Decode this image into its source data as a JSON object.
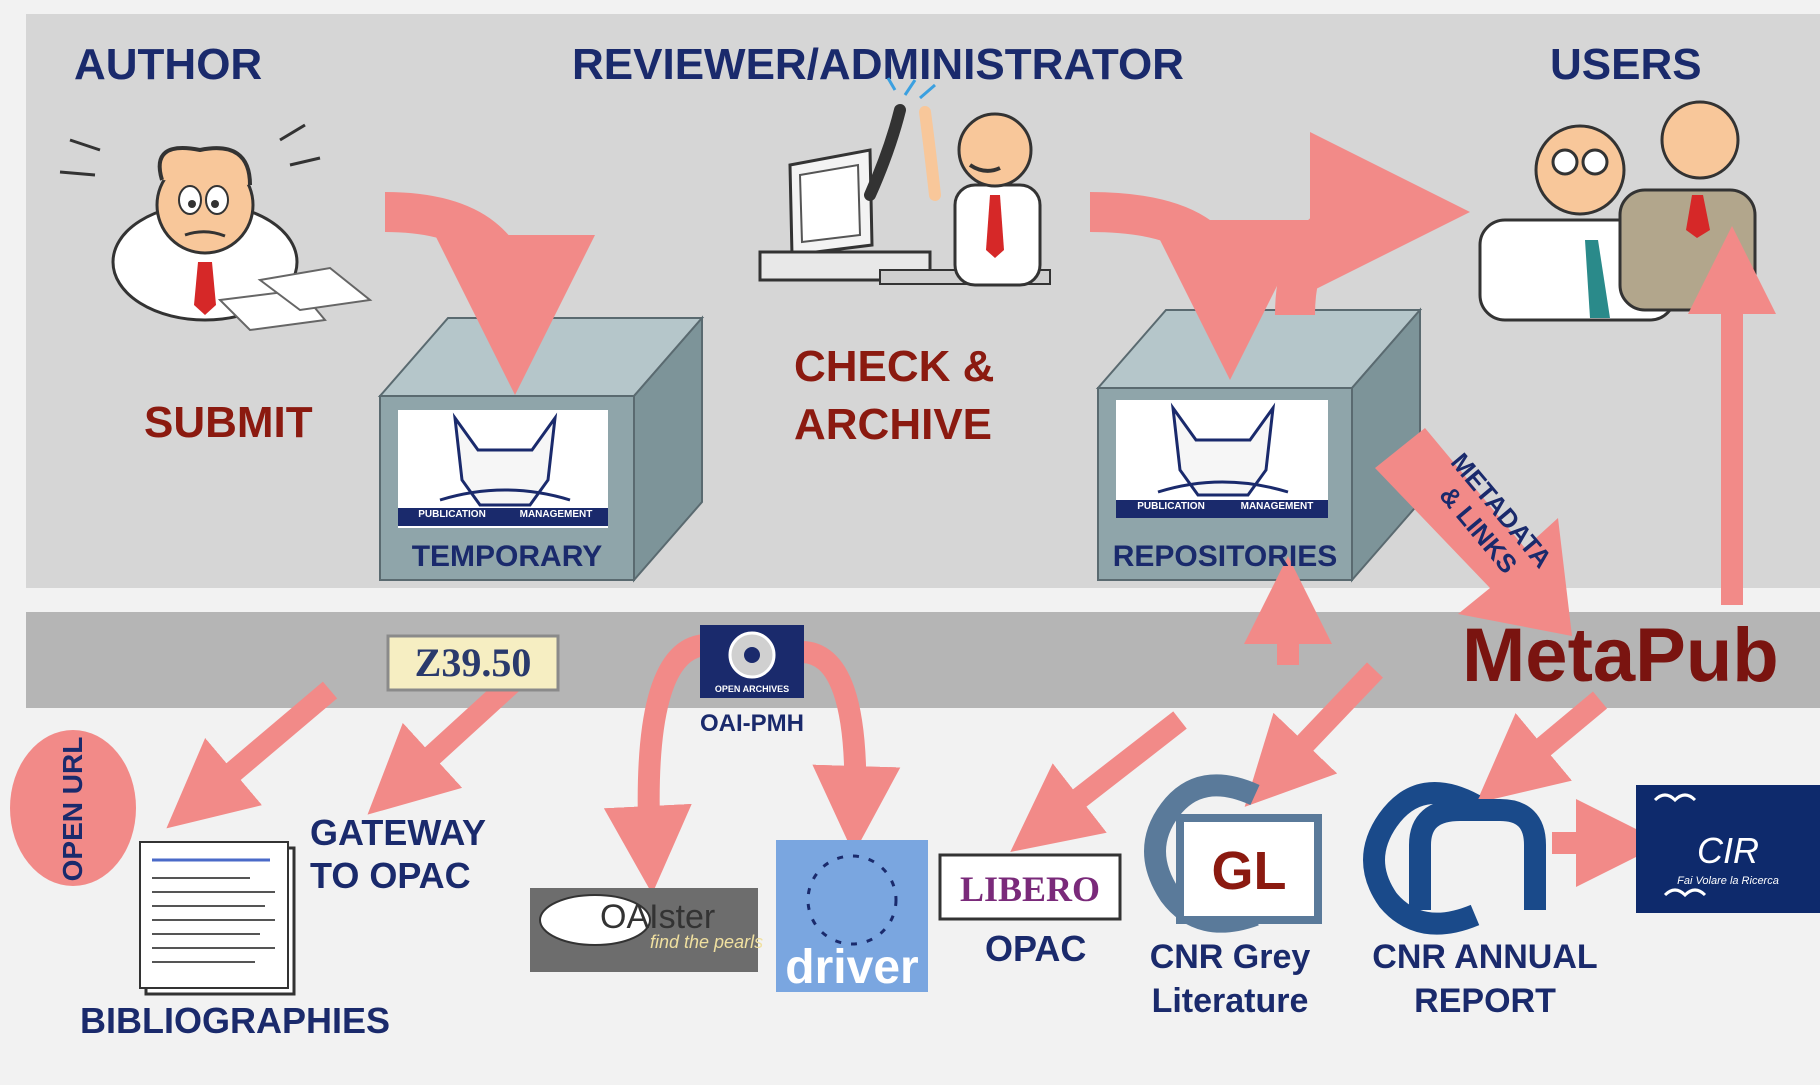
{
  "headers": {
    "author": "AUTHOR",
    "reviewer": "REVIEWER/ADMINISTRATOR",
    "users": "USERS"
  },
  "steps": {
    "submit": "SUBMIT",
    "check_line1": "CHECK &",
    "check_line2": "ARCHIVE"
  },
  "boxes": {
    "temporary": "TEMPORARY",
    "repositories": "REPOSITORIES",
    "logo_text_left": "PUBLICATION",
    "logo_text_right": "MANAGEMENT"
  },
  "metadata_links": {
    "line1": "METADATA",
    "line2": "& LINKS"
  },
  "metapub": "MetaPub",
  "protocols": {
    "z3950": "Z39.50",
    "oai_badge": "OPEN ARCHIVES",
    "oai": "OAI-PMH"
  },
  "outputs": {
    "open_url": "OPEN URL",
    "bibliographies": "BIBLIOGRAPHIES",
    "gateway_line1": "GATEWAY",
    "gateway_line2": "TO OPAC",
    "oaister_name": "OAIster",
    "oaister_tagline": "find the pearls",
    "driver": "driver",
    "libero": "LIBERO",
    "opac": "OPAC",
    "gl_mark": "GL",
    "cnr_grey_line1": "CNR Grey",
    "cnr_grey_line2": "Literature",
    "cnr_annual_line1": "CNR ANNUAL",
    "cnr_annual_line2": "REPORT",
    "cir_mark": "CIR",
    "cir_tagline": "Fai Volare la Ricerca"
  },
  "colors": {
    "arrow": "#f28a88",
    "navy": "#1a2a6c",
    "dark_red": "#8b1a10",
    "cube": "#8fa5aa"
  }
}
